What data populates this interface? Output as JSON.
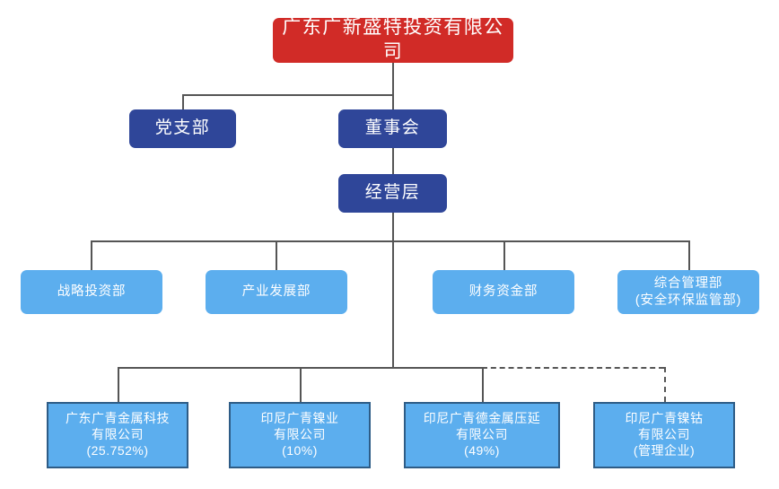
{
  "chart": {
    "title_node": {
      "label": "广东广新盛特投资有限公司",
      "color": "#D12B27"
    },
    "level2": [
      {
        "name": "party-branch",
        "label": "党支部",
        "color": "#2F4699"
      },
      {
        "name": "board-of-directors",
        "label": "董事会",
        "color": "#2F4699"
      }
    ],
    "level3": [
      {
        "name": "management-level",
        "label": "经营层",
        "color": "#2F4699"
      }
    ],
    "departments": [
      {
        "name": "strategic-investment",
        "label": "战略投资部",
        "color": "#5CAEEE"
      },
      {
        "name": "industry-development",
        "label": "产业发展部",
        "color": "#5CAEEE"
      },
      {
        "name": "finance-funds",
        "label": "财务资金部",
        "color": "#5CAEEE"
      },
      {
        "name": "general-management",
        "label": "综合管理部\n(安全环保监管部)",
        "color": "#5CAEEE"
      }
    ],
    "subsidiaries": [
      {
        "name": "guangdong-guangqing-metal-technology",
        "label": "广东广青金属科技\n有限公司\n(25.752%)",
        "stake": "25.752%",
        "connector": "solid",
        "color": "#5CAEEE",
        "border_color": "#2E5C86"
      },
      {
        "name": "indonesia-guangqing-nickel",
        "label": "印尼广青镍业\n有限公司\n(10%)",
        "stake": "10%",
        "connector": "solid",
        "color": "#5CAEEE",
        "border_color": "#2E5C86"
      },
      {
        "name": "indonesia-guangqingde-metal-rolling",
        "label": "印尼广青德金属压延\n有限公司\n(49%)",
        "stake": "49%",
        "connector": "solid",
        "color": "#5CAEEE",
        "border_color": "#2E5C86"
      },
      {
        "name": "indonesia-guangqing-nickel-cobalt",
        "label": "印尼广青镍钴\n有限公司\n(管理企业)",
        "stake": "管理企业",
        "connector": "dashed",
        "color": "#5CAEEE",
        "border_color": "#2E5C86"
      }
    ],
    "line_color": "#555555"
  }
}
